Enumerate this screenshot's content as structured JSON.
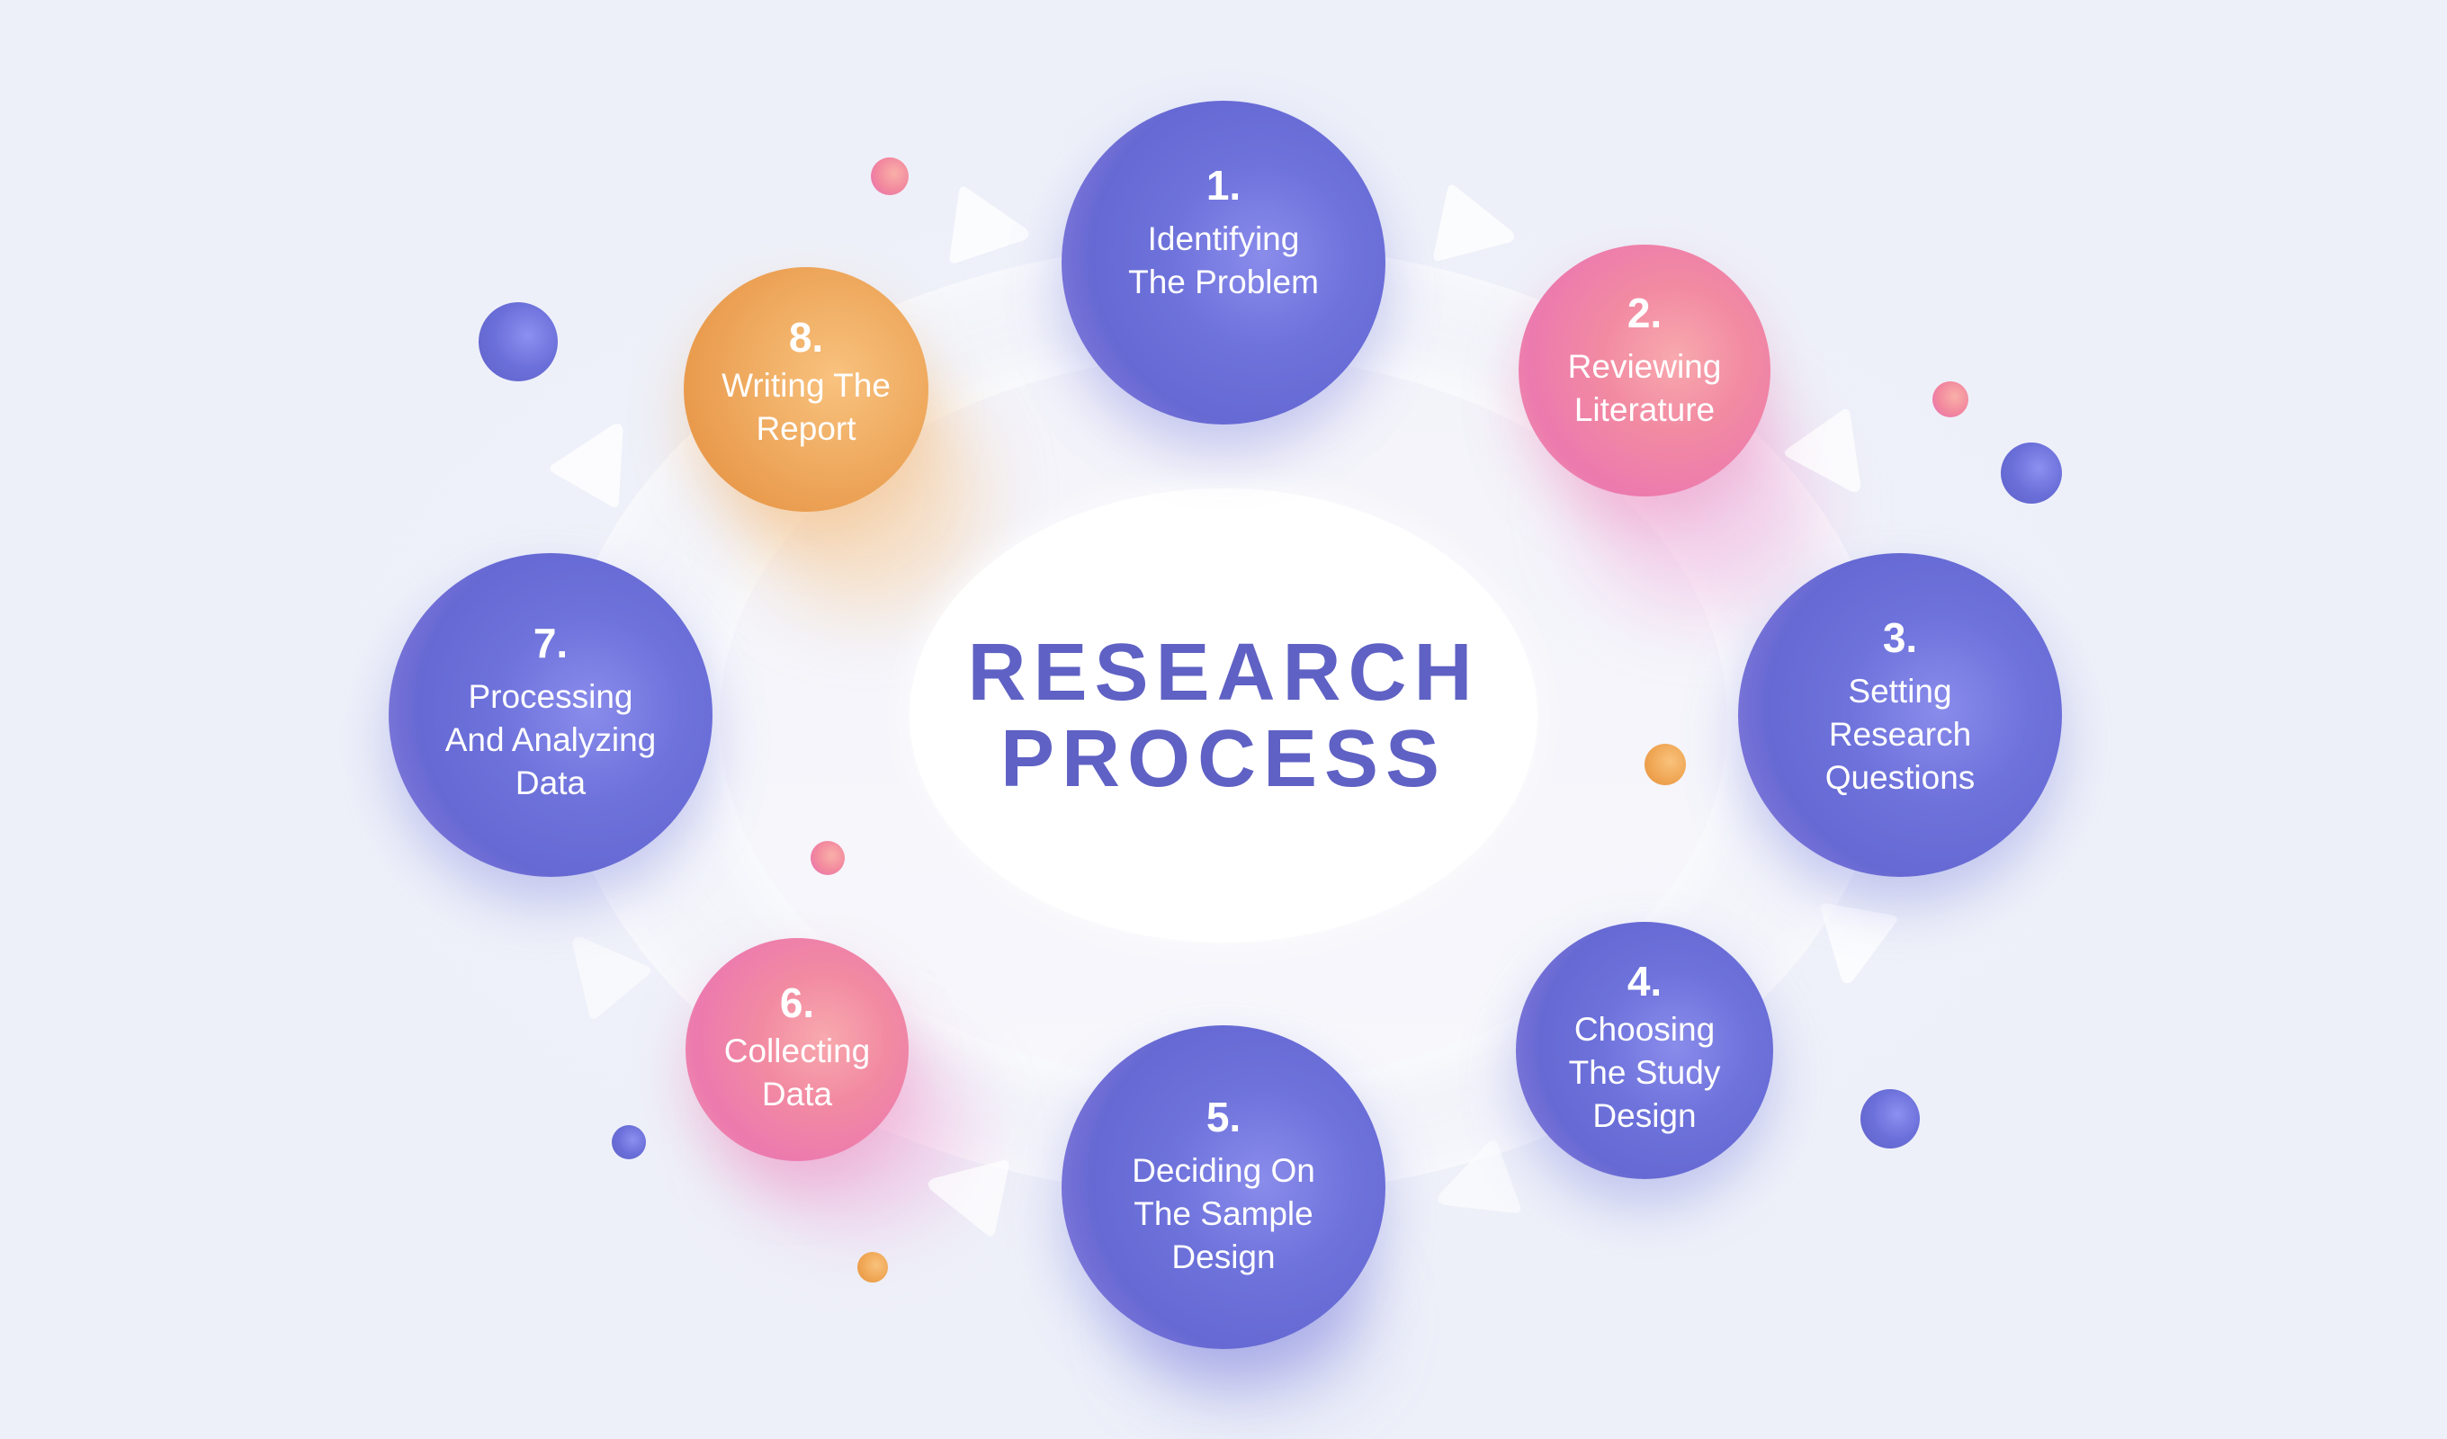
{
  "title": {
    "line1": "RESEARCH",
    "line2": "PROCESS",
    "color": "#5F61C4"
  },
  "background_color": "#EDF0F9",
  "steps": [
    {
      "number": "1.",
      "label": "Identifying\nThe Problem",
      "color": "purple"
    },
    {
      "number": "2.",
      "label": "Reviewing\nLiterature",
      "color": "pink"
    },
    {
      "number": "3.",
      "label": "Setting\nResearch\nQuestions",
      "color": "purple"
    },
    {
      "number": "4.",
      "label": "Choosing\nThe Study\nDesign",
      "color": "purple"
    },
    {
      "number": "5.",
      "label": "Deciding On\nThe Sample\nDesign",
      "color": "purple"
    },
    {
      "number": "6.",
      "label": "Collecting\nData",
      "color": "pink"
    },
    {
      "number": "7.",
      "label": "Processing\nAnd Analyzing\nData",
      "color": "purple"
    },
    {
      "number": "8.",
      "label": "Writing The\nReport",
      "color": "orange"
    }
  ],
  "colors": {
    "purple": "#6B6FD9",
    "pink": "#F28AA2",
    "orange": "#F0AD63",
    "title": "#5F61C4"
  },
  "arrows": [
    {
      "from": "8",
      "to": "1",
      "icon": "arrow-right-icon"
    },
    {
      "from": "1",
      "to": "2",
      "icon": "arrow-right-icon"
    },
    {
      "from": "2",
      "to": "3",
      "icon": "arrow-down-right-icon"
    },
    {
      "from": "3",
      "to": "4",
      "icon": "arrow-down-icon"
    },
    {
      "from": "4",
      "to": "5",
      "icon": "arrow-down-left-icon"
    },
    {
      "from": "5",
      "to": "6",
      "icon": "arrow-left-icon"
    },
    {
      "from": "6",
      "to": "7",
      "icon": "arrow-up-left-icon"
    },
    {
      "from": "7",
      "to": "8",
      "icon": "arrow-up-right-icon"
    }
  ]
}
